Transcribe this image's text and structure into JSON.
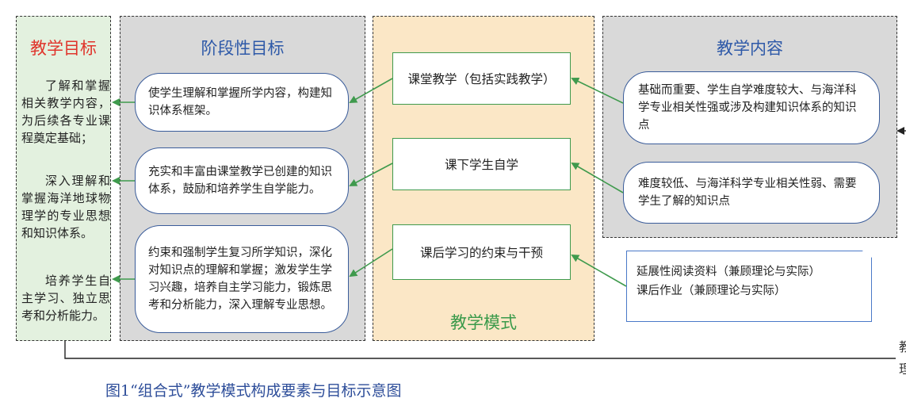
{
  "colors": {
    "goal_title": "#e0342b",
    "blue_title": "#2e59a8",
    "mode_title": "#3a9a4a",
    "green_arrow": "#3f9a4d",
    "caption": "#2e4e9a"
  },
  "goals": {
    "title": "教学目标",
    "items": [
      "了解和掌握相关教学内容，为后续各专业课程奠定基础；",
      "深入理解和掌握海洋地球物理学的专业思想和知识体系。",
      "培养学生自主学习、独立思考和分析能力。"
    ]
  },
  "stage": {
    "title": "阶段性目标",
    "items": [
      "使学生理解和掌握所学内容，构建知识体系框架。",
      "充实和丰富由课堂教学已创建的知识体系，鼓励和培养学生自学能力。",
      "约束和强制学生复习所学知识，深化对知识点的理解和掌握；激发学生学习兴趣，培养自主学习能力，锻炼思考和分析能力，深入理解专业思想。"
    ]
  },
  "mode": {
    "title": "教学模式",
    "items": [
      "课堂教学（包括实践教学）",
      "课下学生自学",
      "课后学习的约束与干预"
    ]
  },
  "content": {
    "title": "教学内容",
    "items": [
      "基础而重要、学生自学难度较大、与海洋科学专业相关性强或涉及构建知识体系的知识点",
      "难度较低、与海洋科学专业相关性弱、需要学生了解的知识点"
    ]
  },
  "extension": {
    "lines": [
      "延展性阅读资料（兼顾理论与实际）",
      "课后作业（兼顾理论与实际）"
    ]
  },
  "edge_chars": [
    "教",
    "理"
  ],
  "caption": "图1“组合式”教学模式构成要素与目标示意图"
}
